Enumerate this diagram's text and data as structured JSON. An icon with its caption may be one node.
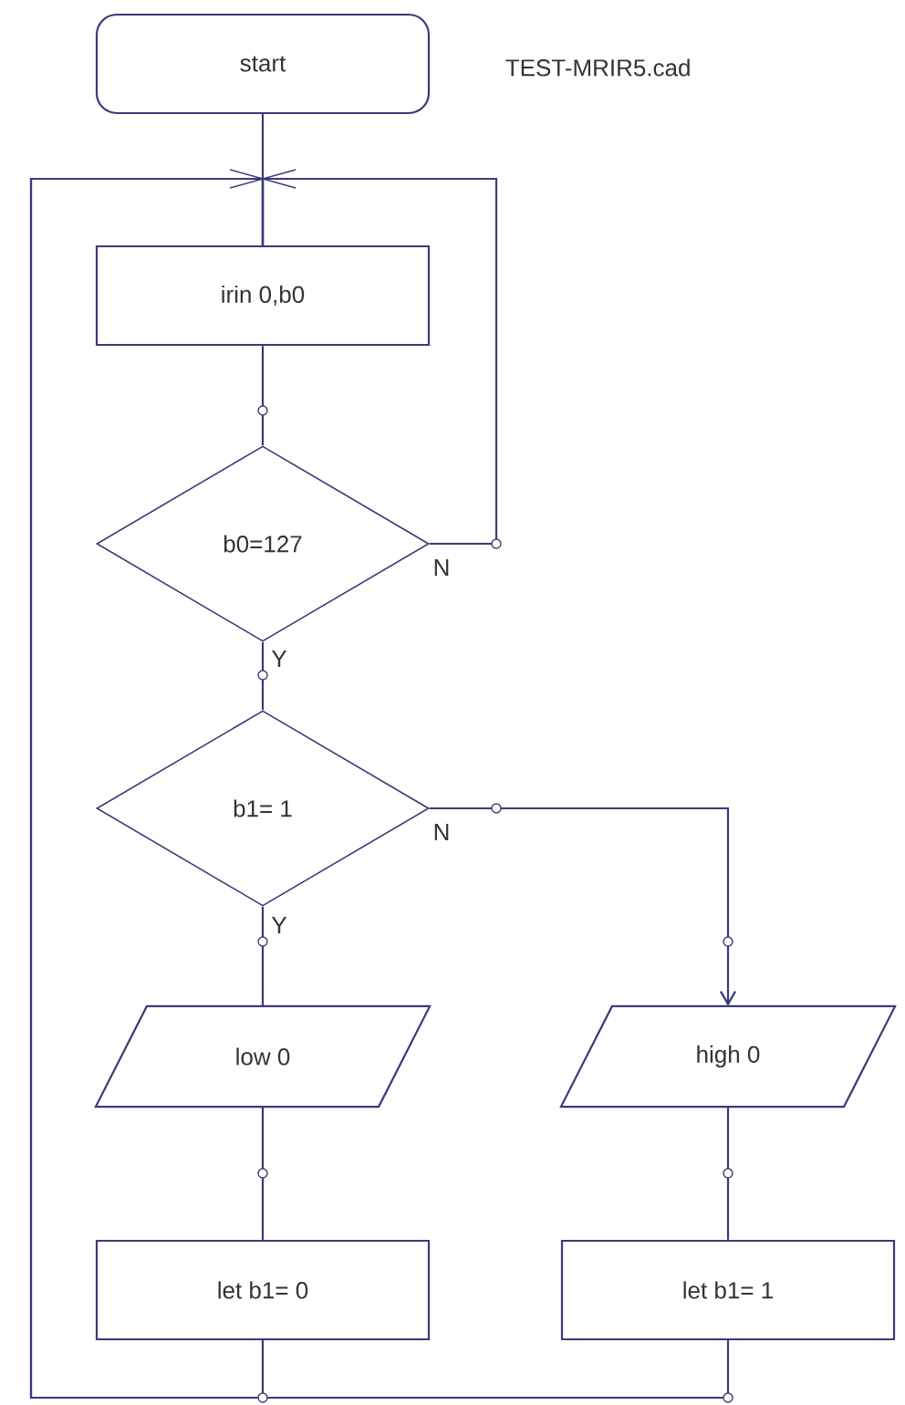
{
  "diagram": {
    "nodes": [
      {
        "text": [
          "start"
        ]
      },
      {
        "text": [
          "irin 0,b0"
        ]
      },
      {
        "text": [
          "b0=127"
        ]
      },
      {
        "text": [
          "b1= 1"
        ]
      },
      {
        "text": [
          "low 0"
        ]
      },
      {
        "text": [
          "high 0"
        ]
      },
      {
        "text": [
          "let b1= 0"
        ]
      },
      {
        "text": [
          "let b1= 1"
        ]
      }
    ],
    "edges": [
      {
        "from": 0,
        "to": 1,
        "arrow": "none"
      },
      {
        "from": 1,
        "to": 2,
        "arrow": "none"
      },
      {
        "from": 2,
        "to": 3,
        "arrow": "none",
        "label": "Y"
      },
      {
        "from": 2,
        "to": 1,
        "arrow": "none",
        "label": "N"
      },
      {
        "from": 3,
        "to": 4,
        "arrow": "none",
        "label": "Y"
      },
      {
        "from": 3,
        "to": 5,
        "arrow": "to",
        "label": "N"
      },
      {
        "from": 4,
        "to": 6,
        "arrow": "none"
      },
      {
        "from": 5,
        "to": 7,
        "arrow": "none"
      },
      {
        "from": 6,
        "to": 1,
        "arrow": "none"
      },
      {
        "from": 7,
        "to": 1,
        "arrow": "none"
      }
    ],
    "labels": [
      "TEST-MRIR5.cad"
    ]
  }
}
